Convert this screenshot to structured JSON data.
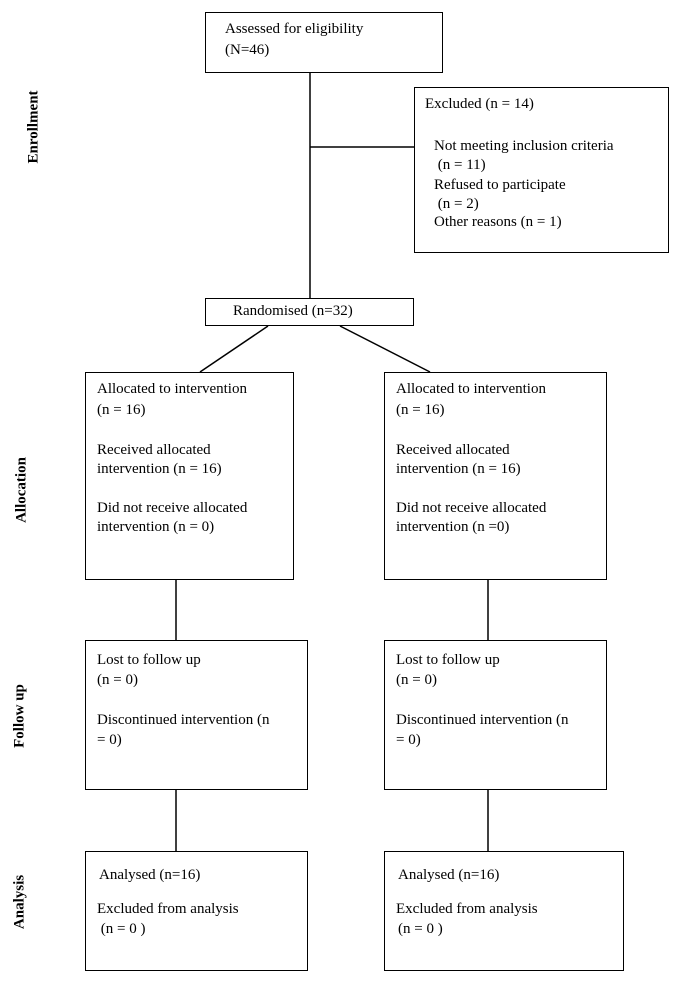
{
  "phases": {
    "enrollment": "Enrollment",
    "allocation": "Allocation",
    "follow_up": "Follow up",
    "analysis": "Analysis"
  },
  "assessed": {
    "line1": "Assessed for eligibility",
    "line2": "(N=46)"
  },
  "excluded": {
    "title": "Excluded (n = 14)",
    "reason1": "Not meeting inclusion criteria",
    "reason1_n": " (n = 11)",
    "reason2": "Refused to participate",
    "reason2_n": " (n = 2)",
    "reason3": "Other reasons (n = 1)"
  },
  "randomised": "Randomised (n=32)",
  "allocation": {
    "left": {
      "line1": "Allocated to intervention",
      "line2": "(n = 16)",
      "line3": "Received allocated",
      "line4": "intervention (n = 16)",
      "line5": "Did not receive allocated",
      "line6": "intervention (n = 0)"
    },
    "right": {
      "line1": "Allocated to intervention",
      "line2": "(n = 16)",
      "line3": "Received allocated",
      "line4": "intervention (n = 16)",
      "line5": "Did not receive allocated",
      "line6": "intervention (n =0)"
    }
  },
  "follow_up": {
    "left": {
      "line1": "Lost to follow up",
      "line2": "(n = 0)",
      "line3": "Discontinued intervention (n",
      "line4": "= 0)"
    },
    "right": {
      "line1": "Lost to follow up",
      "line2": "(n = 0)",
      "line3": "Discontinued intervention (n",
      "line4": "= 0)"
    }
  },
  "analysis": {
    "left": {
      "line1": "Analysed (n=16)",
      "line2": "Excluded from analysis",
      "line3": " (n = 0 )"
    },
    "right": {
      "line1": "Analysed (n=16)",
      "line2": "Excluded from analysis",
      "line3": "(n = 0 )"
    }
  }
}
